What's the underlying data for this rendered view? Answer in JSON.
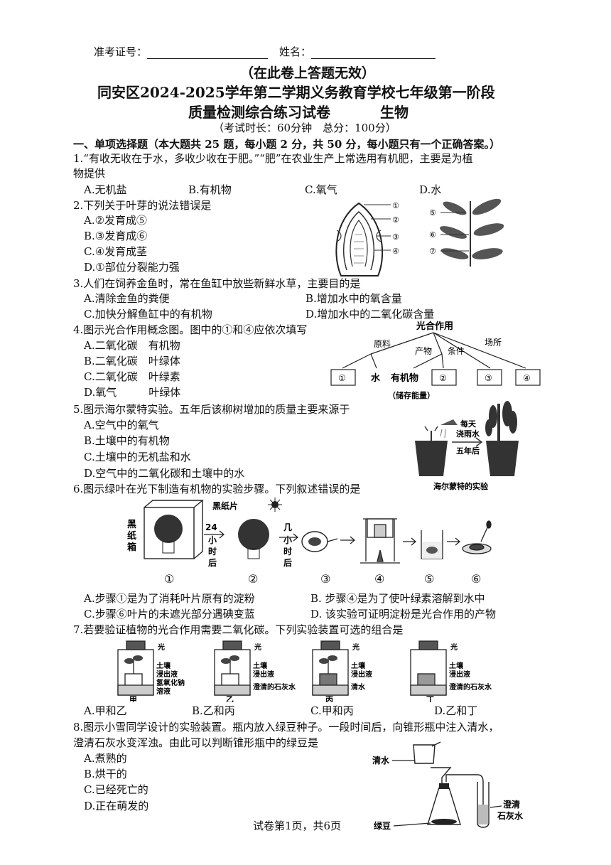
{
  "header": {
    "ticket_label": "准考证号：",
    "name_label": "姓名："
  },
  "notice": "（在此卷上答题无效）",
  "title_line1": "同安区2024-2025学年第二学期义务教育学校七年级第一阶段",
  "title_line2a": "质量检测综合练习试卷",
  "title_line2b": "生物",
  "exam_info": "（考试时长：60分钟　总分：100分）",
  "section1": "一、单项选择题（本大题共 25 题，每小题 2 分，共 50 分，每小题只有一个正确答案。）",
  "q1": {
    "stem1": "1.“有收无收在于水，多收少收在于肥。”“肥”在农业生产上常选用有机肥，主要是为植",
    "stem2": "物提供",
    "a": "A.无机盐",
    "b": "B.有机物",
    "c": "C.氧气",
    "d": "D.水"
  },
  "q2": {
    "stem": "2.下列关于叶芽的说法错误是",
    "a": "A.②发育成⑤",
    "b": "B.③发育成⑥",
    "c": "C.④发育成茎",
    "d": "D.①部位分裂能力强",
    "bud_labels": [
      "①",
      "②",
      "③",
      "④"
    ],
    "shoot_labels": [
      "⑤",
      "⑥",
      "⑦"
    ]
  },
  "q3": {
    "stem": "3.人们在饲养金鱼时，常在鱼缸中放些新鲜水草，主要目的是",
    "a": "A.清除金鱼的粪便",
    "b": "B.增加水中的氧含量",
    "c": "C.加快分解鱼缸中的有机物",
    "d": "D.增加水中的二氧化碳含量"
  },
  "q4": {
    "stem": "4.图示光合作用概念图。图中的①和④应依次填写",
    "a": "A.二氧化碳　有机物",
    "b": "B.二氧化碳　叶绿体",
    "c": "C.二氧化碳　叶绿素",
    "d": "D.氧气　　　叶绿体",
    "map": {
      "root": "光合作用",
      "raw": "原料",
      "product": "产物",
      "condition": "条件",
      "site": "场所",
      "b1": "①",
      "water": "水",
      "organic": "有机物",
      "b2": "②",
      "b3": "③",
      "b4": "④",
      "note": "（储存能量）"
    }
  },
  "q5": {
    "stem": "5.图示海尔蒙特实验。五年后该柳树增加的质量主要来源于",
    "a": "A.空气中的氧气",
    "b": "B.土壤中的有机物",
    "c": "C.土壤中的无机盐和水",
    "d": "D.空气中的二氧化碳和土壤中的水",
    "fig_daily": "每天",
    "fig_water": "浇雨水",
    "fig_years": "五年后",
    "caption": "海尔蒙特的实验"
  },
  "q6": {
    "stem": "6.图示绿叶在光下制造有机物的实验步骤。下列叙述错误的是",
    "box_label": [
      "黑",
      "纸",
      "箱"
    ],
    "paper_label": "黑纸片",
    "t1": [
      "24",
      "小",
      "时",
      "后"
    ],
    "t2": [
      "几",
      "小",
      "时",
      "后"
    ],
    "steps": [
      "①",
      "②",
      "③",
      "④",
      "⑤",
      "⑥"
    ],
    "a": "A.步骤①是为了消耗叶片原有的淀粉",
    "b": "B. 步骤④是为了使叶绿素溶解到水中",
    "c": "C.步骤⑥叶片的未遮光部分遇碘变蓝",
    "d": "D. 该实验可证明淀粉是光合作用的产物"
  },
  "q7": {
    "stem": "7.若要验证植物的光合作用需要二氧化碳。下列实验装置可选的组合是",
    "light": "光",
    "soil": "土壤",
    "extract": "浸出液",
    "naoh1": "氢氧化钠",
    "naoh2": "溶液",
    "lime": "澄清的石灰水",
    "water": "清水",
    "jars": [
      "甲",
      "乙",
      "丙",
      "丁"
    ],
    "a": "A.甲和乙",
    "b": "B.乙和丙",
    "c": "C.甲和丙",
    "d": "D.乙和丁"
  },
  "q8": {
    "stem1": "8.图示小雪同学设计的实验装置。瓶内放入绿豆种子。一段时间后，向锥形瓶中注入清水，",
    "stem2": "澄清石灰水变浑浊。由此可以判断锥形瓶中的绿豆是",
    "a": "A.煮熟的",
    "b": "B.烘干的",
    "c": "C.已经死亡的",
    "d": "D.正在萌发的",
    "water_label": "清水",
    "bean_label": "绿豆",
    "lime1": "澄清",
    "lime2": "石灰水"
  },
  "footer": "试卷第1页，共6页"
}
